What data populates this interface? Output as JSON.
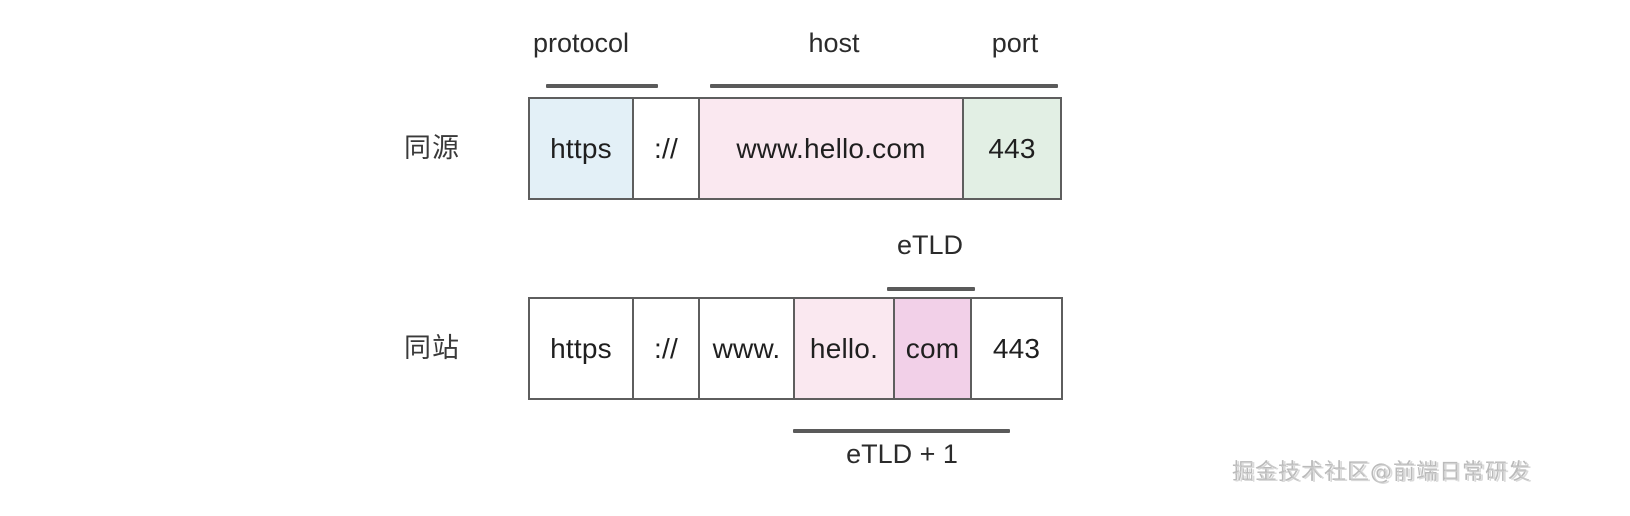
{
  "diagram": {
    "title_row_1_label": "同源",
    "title_row_2_label": "同站",
    "annotations_top": [
      {
        "name": "protocol",
        "label": "protocol"
      },
      {
        "name": "host",
        "label": "host"
      },
      {
        "name": "port",
        "label": "port"
      }
    ],
    "annotation_etld": "eTLD",
    "annotation_etld_plus_1": "eTLD + 1",
    "row_same_origin": {
      "label": "同源",
      "cells": [
        {
          "name": "protocol",
          "text": "https",
          "color": "#e3f0f7"
        },
        {
          "name": "separator",
          "text": "://",
          "color": "#ffffff"
        },
        {
          "name": "host",
          "text": "www.hello.com",
          "color": "#fae8f0"
        },
        {
          "name": "port",
          "text": "443",
          "color": "#e2efe4"
        }
      ]
    },
    "row_same_site": {
      "label": "同站",
      "cells": [
        {
          "name": "protocol",
          "text": "https",
          "color": "#ffffff"
        },
        {
          "name": "separator",
          "text": "://",
          "color": "#ffffff"
        },
        {
          "name": "subdomain",
          "text": "www.",
          "color": "#ffffff"
        },
        {
          "name": "domain",
          "text": "hello.",
          "color": "#fae8f0"
        },
        {
          "name": "tld",
          "text": "com",
          "color": "#f2d0e8"
        },
        {
          "name": "port",
          "text": "443",
          "color": "#ffffff"
        }
      ]
    },
    "colors": {
      "border": "#5e5e5e",
      "rule": "#5a5a5a",
      "text": "#1f1f1f",
      "blue_cell": "#e3f0f7",
      "pink_cell": "#fae8f0",
      "pink_cell_strong": "#f2d0e8",
      "green_cell": "#e2efe4",
      "background": "#ffffff"
    }
  },
  "watermark": {
    "text": "掘金技术社区@前端日常研发"
  }
}
